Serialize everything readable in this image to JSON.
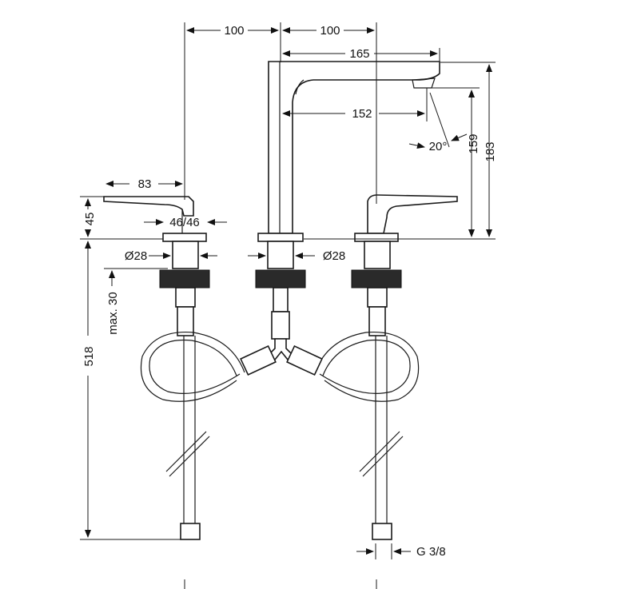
{
  "dimensions": {
    "top_left_spacing": "100",
    "top_right_spacing": "100",
    "spout_reach": "165",
    "spout_inner": "152",
    "spout_angle": "20°",
    "spout_outlet_height": "159",
    "total_height": "183",
    "handle_length": "83",
    "handle_height": "45",
    "handle_rotation": "46/46",
    "left_body_diameter": "Ø28",
    "center_body_diameter": "Ø28",
    "max_mount_thickness": "max. 30",
    "hose_length": "518",
    "connection_thread": "G 3/8"
  },
  "colors": {
    "line": "#1a1a1a",
    "background": "#ffffff"
  }
}
